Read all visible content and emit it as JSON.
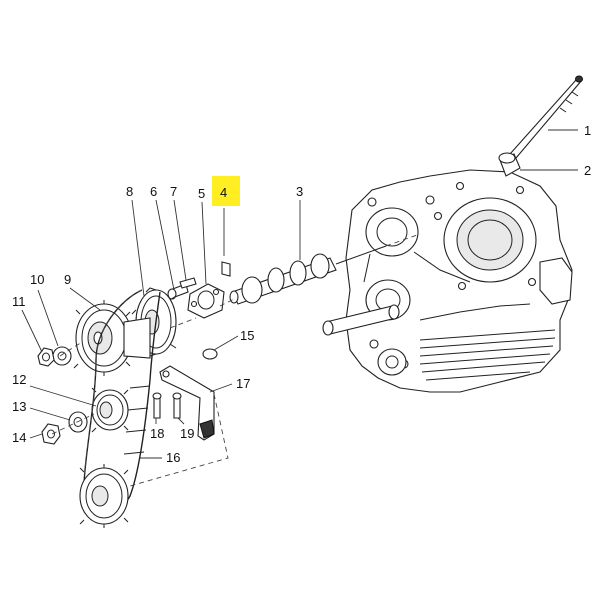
{
  "diagram": {
    "callouts": [
      {
        "id": "c1",
        "label": "1"
      },
      {
        "id": "c2",
        "label": "2"
      },
      {
        "id": "c3",
        "label": "3"
      },
      {
        "id": "c4",
        "label": "4"
      },
      {
        "id": "c5",
        "label": "5"
      },
      {
        "id": "c6",
        "label": "6"
      },
      {
        "id": "c7",
        "label": "7"
      },
      {
        "id": "c8",
        "label": "8"
      },
      {
        "id": "c9",
        "label": "9"
      },
      {
        "id": "c10",
        "label": "10"
      },
      {
        "id": "c11",
        "label": "11"
      },
      {
        "id": "c12",
        "label": "12"
      },
      {
        "id": "c13",
        "label": "13"
      },
      {
        "id": "c14",
        "label": "14"
      },
      {
        "id": "c15",
        "label": "15"
      },
      {
        "id": "c16",
        "label": "16"
      },
      {
        "id": "c17",
        "label": "17"
      },
      {
        "id": "c18",
        "label": "18"
      },
      {
        "id": "c19",
        "label": "19"
      }
    ],
    "highlighted_label": "4",
    "highlight_color": "#ffee22"
  }
}
